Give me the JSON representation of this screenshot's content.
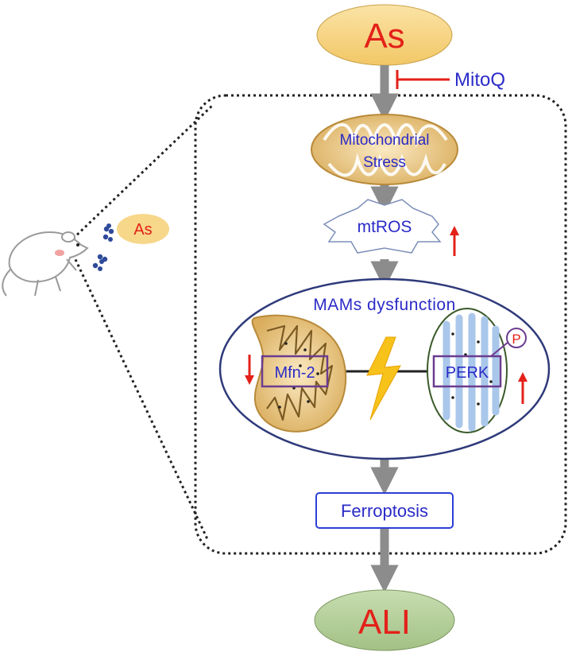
{
  "nodes": {
    "as_top": "As",
    "mitoq": "MitoQ",
    "mito_stress_line1": "Mitochondrial",
    "mito_stress_line2": "Stress",
    "mtros": "mtROS",
    "mams": "MAMs dysfunction",
    "mfn2": "Mfn-2",
    "perk": "PERK",
    "phospho": "P",
    "ferroptosis": "Ferroptosis",
    "ali": "ALI",
    "as_small": "As"
  },
  "colors": {
    "as_fill": "#f7d78a",
    "as_text": "#e32119",
    "ali_fill": "#b5cf9a",
    "ali_text": "#e32119",
    "label_blue": "#2b2bc8",
    "inhibit_red": "#e32119",
    "arrow_gray": "#8c8c8c",
    "ellipse_border": "#2e3a7a",
    "mito_fill": "#f0d39a",
    "er_fill": "#bcd5ee",
    "bolt": "#f7c21a"
  },
  "icons": [
    "mouse-icon",
    "arsenic-particles-icon",
    "mitochondrion-icon",
    "endoplasmic-reticulum-icon",
    "lightning-bolt-icon"
  ]
}
